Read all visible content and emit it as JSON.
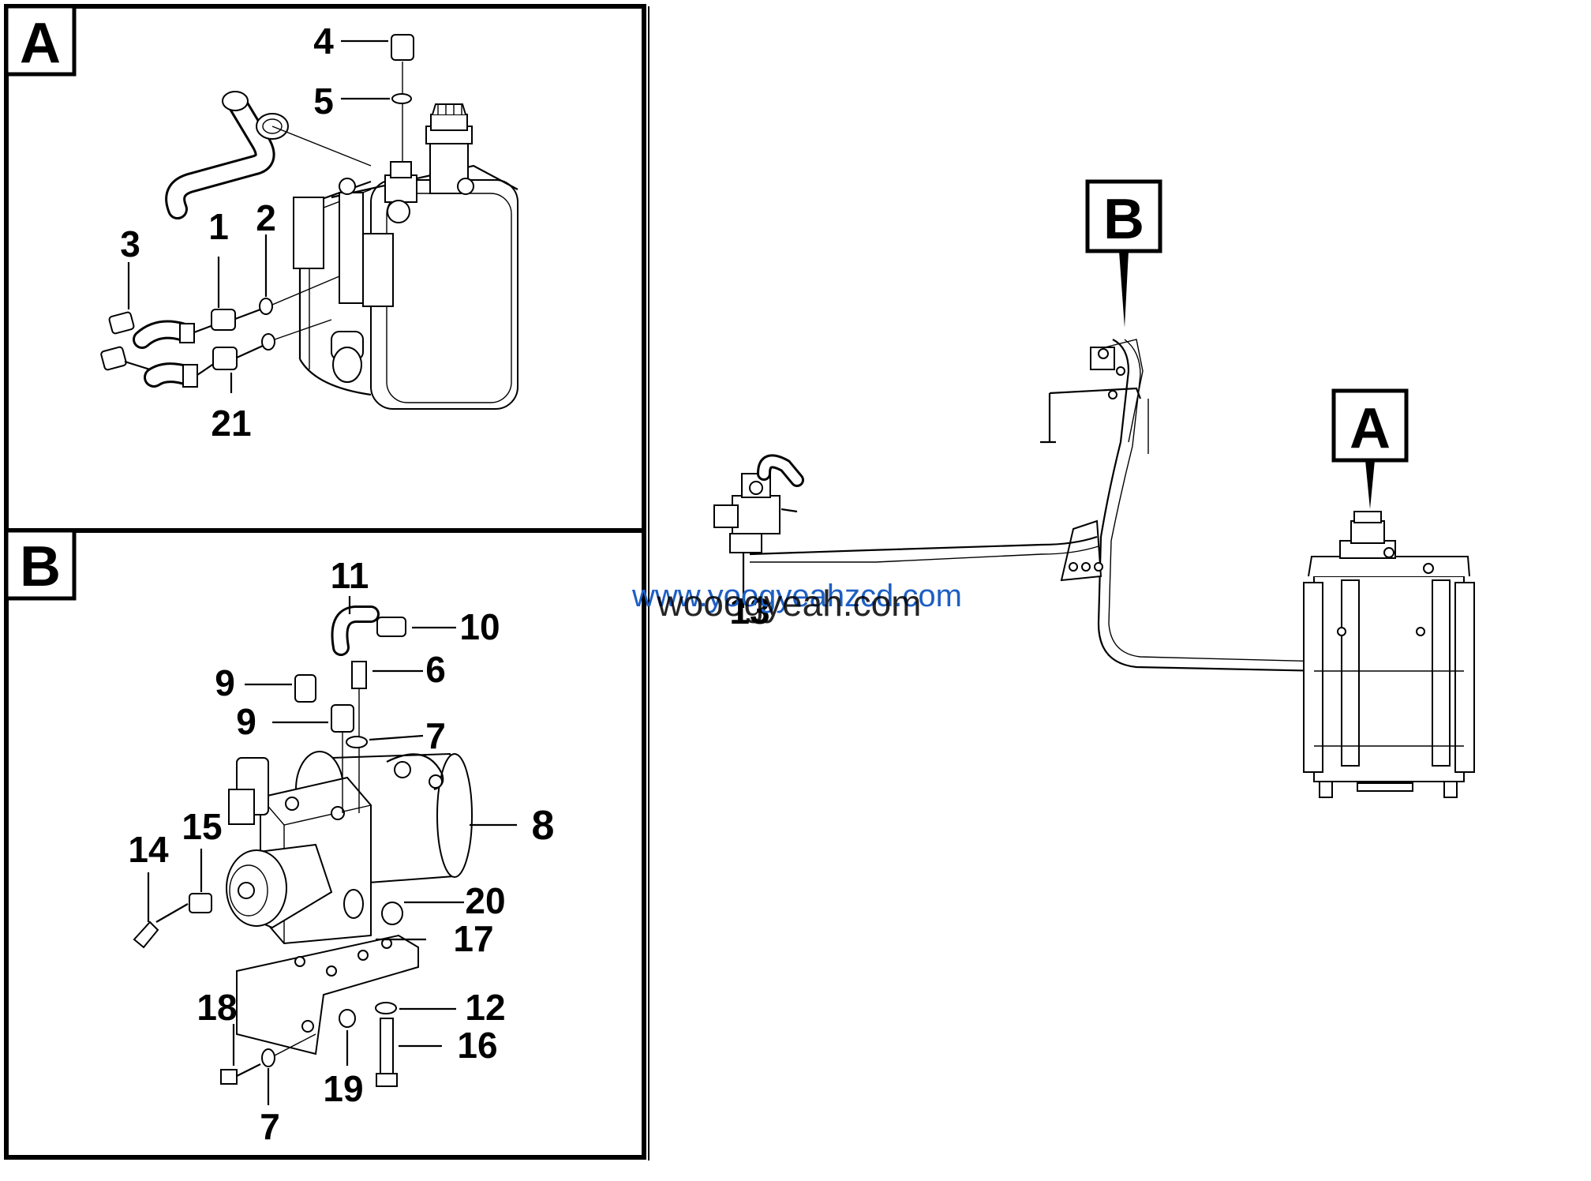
{
  "panels": {
    "a": {
      "letter": "A"
    },
    "b": {
      "letter": "B"
    }
  },
  "overview": {
    "tag_a": "A",
    "tag_b": "B",
    "callout_13": "13"
  },
  "callouts": {
    "n1": "1",
    "n2": "2",
    "n3": "3",
    "n4": "4",
    "n5": "5",
    "n21": "21",
    "n6": "6",
    "n7a": "7",
    "n7b": "7",
    "n8": "8",
    "n9a": "9",
    "n9b": "9",
    "n10": "10",
    "n11": "11",
    "n12": "12",
    "n14": "14",
    "n15": "15",
    "n16": "16",
    "n17": "17",
    "n18": "18",
    "n19": "19",
    "n20": "20"
  },
  "watermark": {
    "text_blue": "www.yoogyeahzcd.com",
    "text_black": "wooogyeah.com"
  },
  "colors": {
    "ink": "#000000",
    "watermark_blue": "#1d5fc4"
  }
}
